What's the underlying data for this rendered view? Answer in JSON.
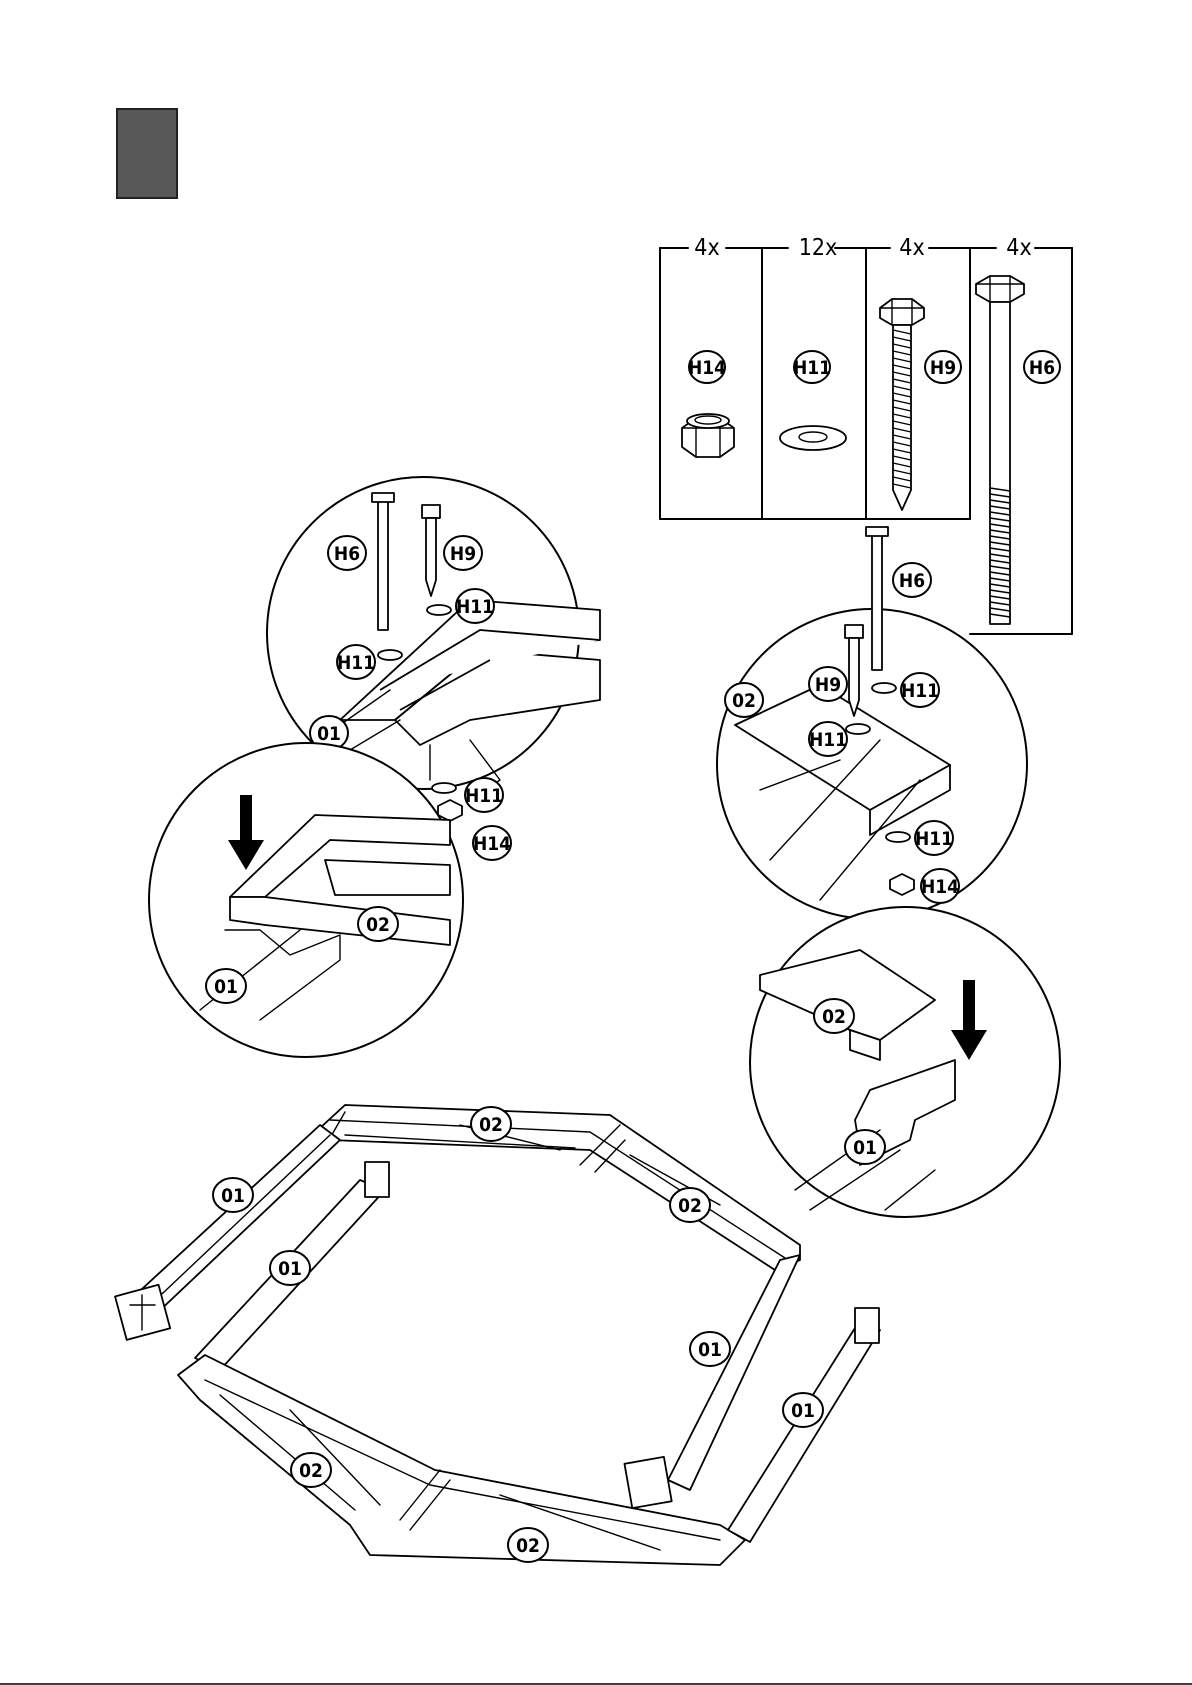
{
  "step": {
    "box_color": "#585858"
  },
  "parts": [
    {
      "qty": "4x",
      "code": "H14",
      "icon": "nut-icon"
    },
    {
      "qty": "12x",
      "code": "H11",
      "icon": "washer-icon"
    },
    {
      "qty": "4x",
      "code": "H9",
      "icon": "lag-screw-icon"
    },
    {
      "qty": "4x",
      "code": "H6",
      "icon": "bolt-icon"
    }
  ],
  "labels": {
    "beam_01": "01",
    "beam_02": "02",
    "bolt": "H6",
    "screw": "H9",
    "washer": "H11",
    "nut": "H14"
  }
}
